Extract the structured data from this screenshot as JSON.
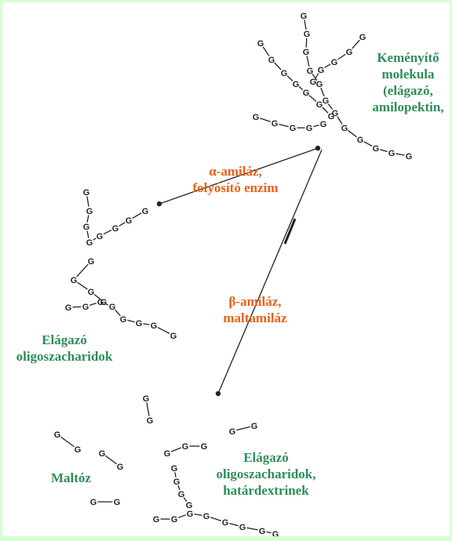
{
  "colors": {
    "green_label": "#2f8c5a",
    "orange_label": "#e8611a",
    "border": "#d6ffd6"
  },
  "starch": {
    "lines": [
      "Keményítő",
      "molekula",
      "(elágazó,",
      "amilopektin,"
    ]
  },
  "alpha_amylase": {
    "lines": [
      "α-amiláz,",
      "folyósító enzim"
    ]
  },
  "beta_amylase": {
    "lines": [
      "β-amiláz,",
      "maltamiláz"
    ]
  },
  "branched_oligo_left": {
    "lines": [
      "Elágazó",
      "oligoszacharidok"
    ]
  },
  "maltose": {
    "label": "Maltóz"
  },
  "limit_dextrins": {
    "lines": [
      "Elágazó",
      "oligoszacharidok,",
      "határdextrinek"
    ]
  },
  "unit_symbol": "G"
}
